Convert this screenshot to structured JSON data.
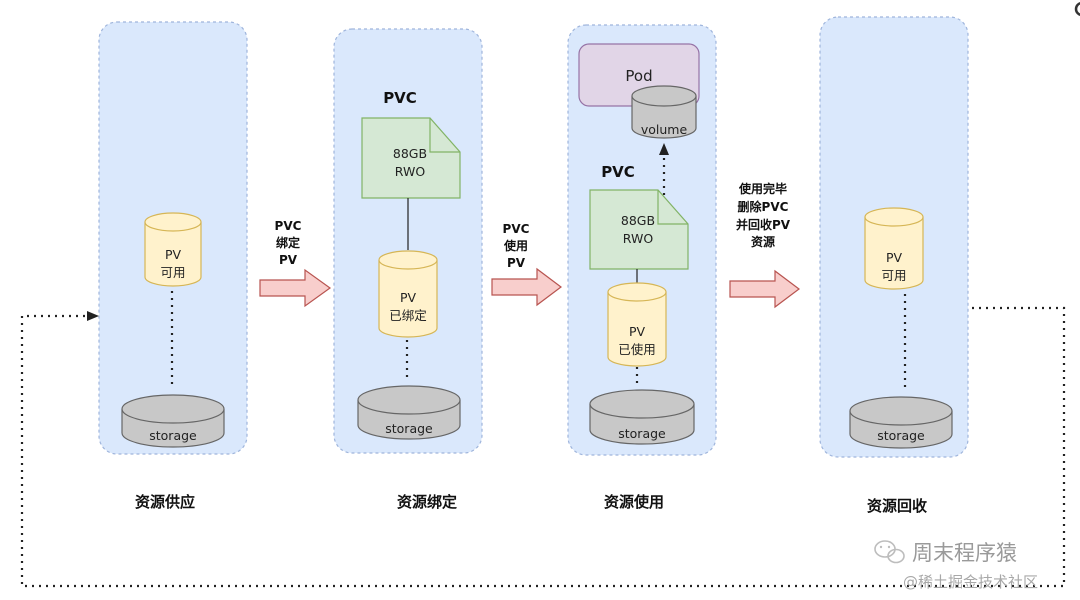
{
  "stages": [
    {
      "title": "资源供应",
      "pv": [
        "PV",
        "可用"
      ],
      "storage": "storage"
    },
    {
      "title": "资源绑定",
      "pvc_label": "PVC",
      "doc": [
        "88GB",
        "RWO"
      ],
      "pv": [
        "PV",
        "已绑定"
      ],
      "storage": "storage"
    },
    {
      "title": "资源使用",
      "pod": "Pod",
      "volume": "volume",
      "pvc_label": "PVC",
      "doc": [
        "88GB",
        "RWO"
      ],
      "pv": [
        "PV",
        "已使用"
      ],
      "storage": "storage"
    },
    {
      "title": "资源回收",
      "pv": [
        "PV",
        "可用"
      ],
      "storage": "storage"
    }
  ],
  "transitions": [
    {
      "lines": [
        "PVC",
        "绑定",
        "PV"
      ]
    },
    {
      "lines": [
        "PVC",
        "使用",
        "PV"
      ]
    },
    {
      "lines": [
        "使用完毕",
        "删除PVC",
        "并回收PV",
        "资源"
      ]
    }
  ],
  "watermark": {
    "account": "周末程序猿",
    "credit": "@稀土掘金技术社区"
  },
  "colors": {
    "panel_fill": "#dae8fc",
    "panel_stroke": "#9fb5dc",
    "pv_fill": "#fff2cc",
    "pv_stroke": "#d6b656",
    "doc_fill": "#d5e8d4",
    "doc_stroke": "#82b366",
    "pod_fill": "#e1d5e7",
    "pod_stroke": "#9673a6",
    "arrow_fill": "#f8cecc",
    "arrow_stroke": "#b85450",
    "storage_fill": "#c8c8c8",
    "storage_stroke": "#666666"
  }
}
